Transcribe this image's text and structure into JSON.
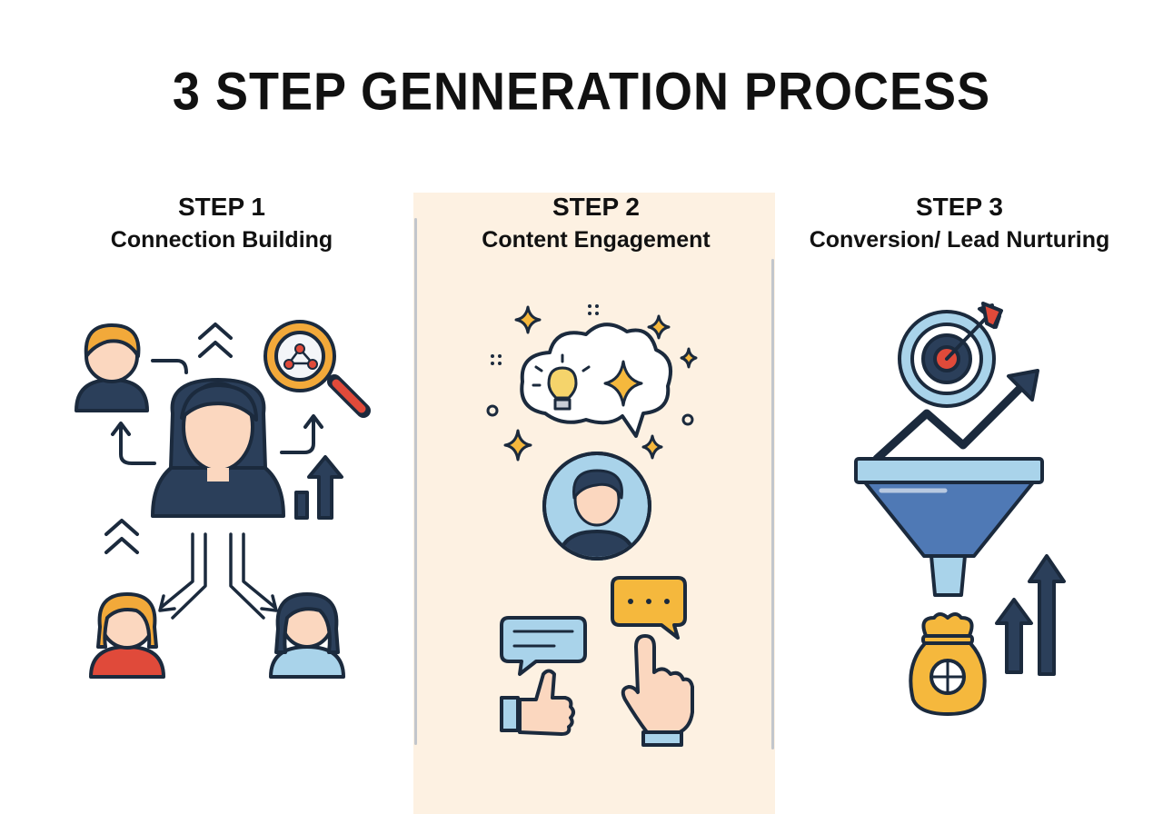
{
  "title": "3 STEP GENNERATION PROCESS",
  "steps": [
    {
      "number": "STEP 1",
      "name": "Connection Building"
    },
    {
      "number": "STEP 2",
      "name": "Content Engagement"
    },
    {
      "number": "STEP 3",
      "name": "Conversion/ Lead Nurturing"
    }
  ],
  "colors": {
    "navy": "#2b3f5a",
    "orange": "#f2a93a",
    "skin": "#fbd7bf",
    "red": "#e04a3a",
    "light_blue": "#a9d3ea",
    "funnel_blue": "#4f79b5",
    "panel": "#fdf1e2",
    "star_gold": "#f5b83d"
  },
  "icons": {
    "step1": [
      "person-icon",
      "magnifier-network-icon",
      "growth-bars-icon",
      "chevron-up-icon",
      "arrows-icon"
    ],
    "step2": [
      "thought-cloud-icon",
      "lightbulb-icon",
      "sparkle-icon",
      "avatar-icon",
      "chat-bubble-icon",
      "thumbs-up-icon",
      "pointing-hand-icon"
    ],
    "step3": [
      "target-icon",
      "trend-arrow-icon",
      "funnel-icon",
      "money-bag-icon",
      "up-arrow-icon"
    ]
  }
}
